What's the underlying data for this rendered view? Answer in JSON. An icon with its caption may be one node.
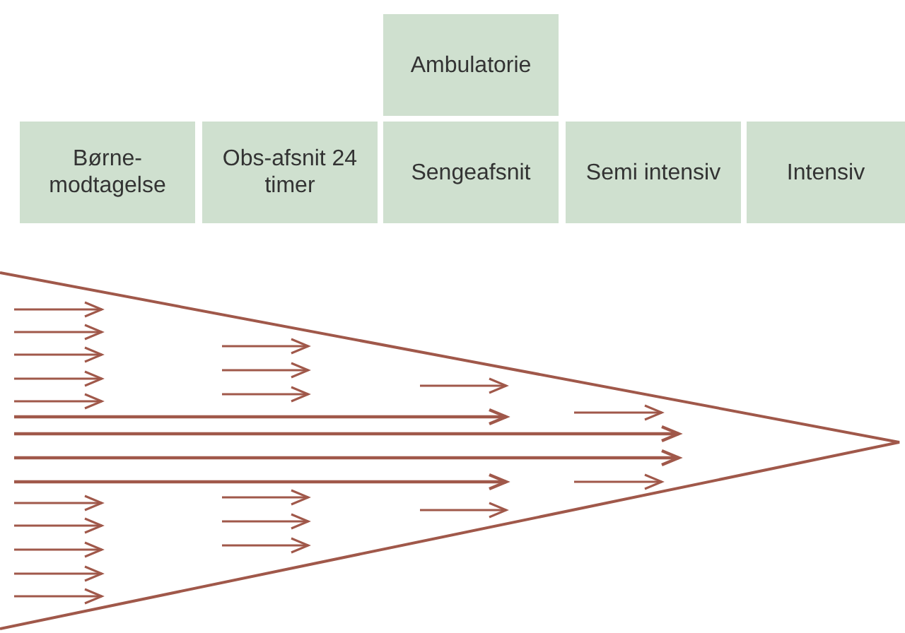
{
  "diagram": {
    "nodes": [
      {
        "text": [
          "Ambulatorie"
        ]
      },
      {
        "text": [
          "Børne-modtagelse"
        ]
      },
      {
        "text": [
          "Obs-afsnit 24 timer"
        ]
      },
      {
        "text": [
          "Sengeafsnit"
        ]
      },
      {
        "text": [
          "Semi intensiv"
        ]
      },
      {
        "text": [
          "Intensiv"
        ]
      }
    ]
  }
}
